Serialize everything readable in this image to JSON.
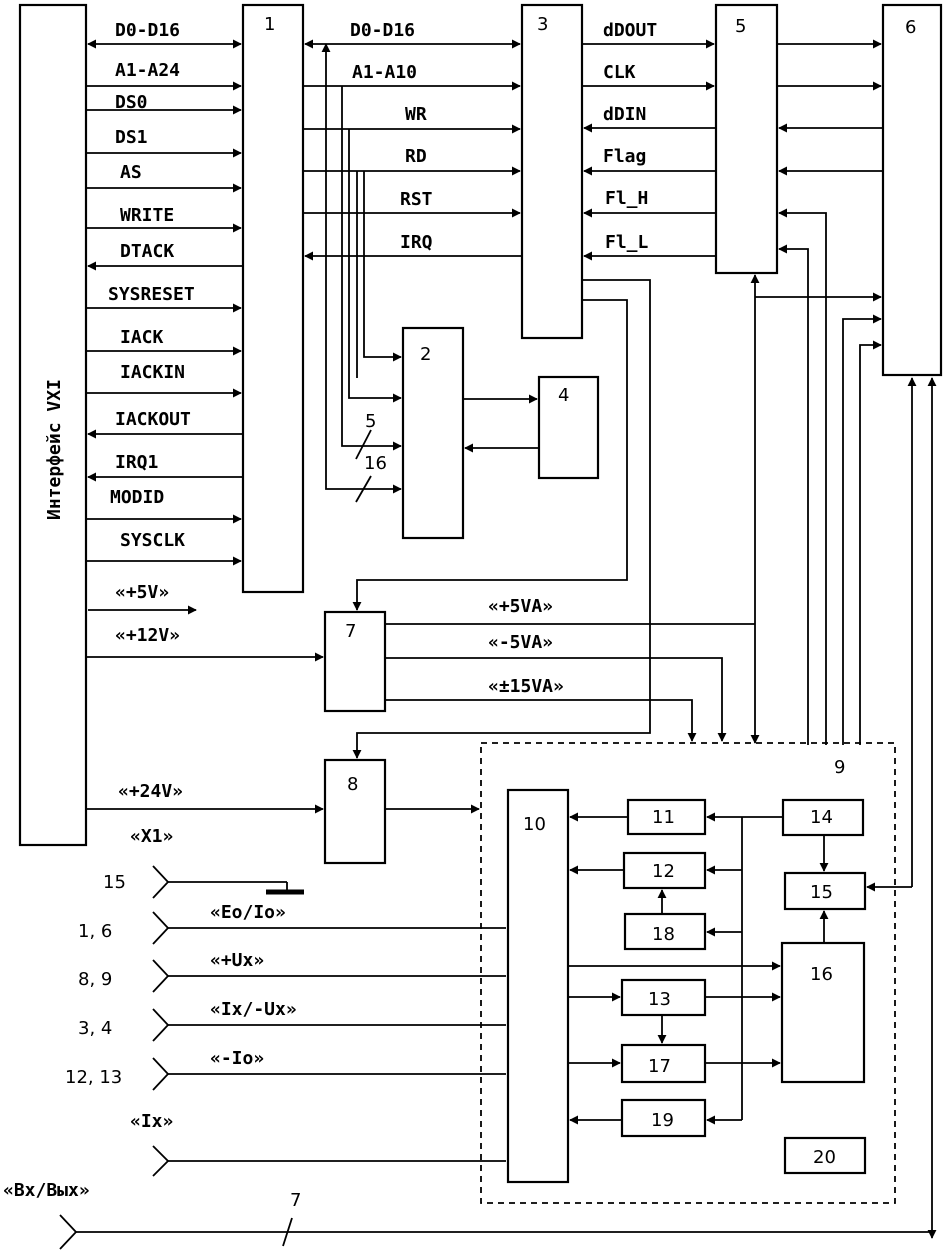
{
  "vxi_label": "Интерфейс VXI",
  "blocks": {
    "b1": "1",
    "b2": "2",
    "b3": "3",
    "b4": "4",
    "b5": "5",
    "b6": "6",
    "b7": "7",
    "b8": "8",
    "b9": "9",
    "b10": "10",
    "b11": "11",
    "b12": "12",
    "b13": "13",
    "b14": "14",
    "b15": "15",
    "b16": "16",
    "b17": "17",
    "b18": "18",
    "b19": "19",
    "b20": "20"
  },
  "vxi_signals": [
    "D0-D16",
    "A1-A24",
    "DS0",
    "DS1",
    "AS",
    "WRITE",
    "DTACK",
    "SYSRESET",
    "IACK",
    "IACKIN",
    "IACKOUT",
    "IRQ1",
    "MODID",
    "SYSCLK"
  ],
  "bus_signals": [
    "D0-D16",
    "A1-A10",
    "WR",
    "RD",
    "RST",
    "IRQ"
  ],
  "b5_signals": [
    "dDOUT",
    "CLK",
    "dDIN",
    "Flag",
    "Fl_H",
    "Fl_L"
  ],
  "bus_width": {
    "five": "5",
    "sixteen": "16",
    "seven": "7"
  },
  "power": {
    "p5v": "«+5V»",
    "p12v": "«+12V»",
    "p24v": "«+24V»",
    "p5va": "«+5VA»",
    "m5va": "«-5VA»",
    "pm15va": "«±15VA»"
  },
  "connector": {
    "title": "«X1»",
    "io": "«Вх/Вых»"
  },
  "pins": [
    {
      "num": "15",
      "sig": ""
    },
    {
      "num": "1, 6",
      "sig": "«Eo/Io»"
    },
    {
      "num": "8, 9",
      "sig": "«+Ux»"
    },
    {
      "num": "3, 4",
      "sig": "«Ix/-Ux»"
    },
    {
      "num": "12, 13",
      "sig": "«-Io»"
    },
    {
      "num": "",
      "sig": "«Ix»"
    }
  ]
}
